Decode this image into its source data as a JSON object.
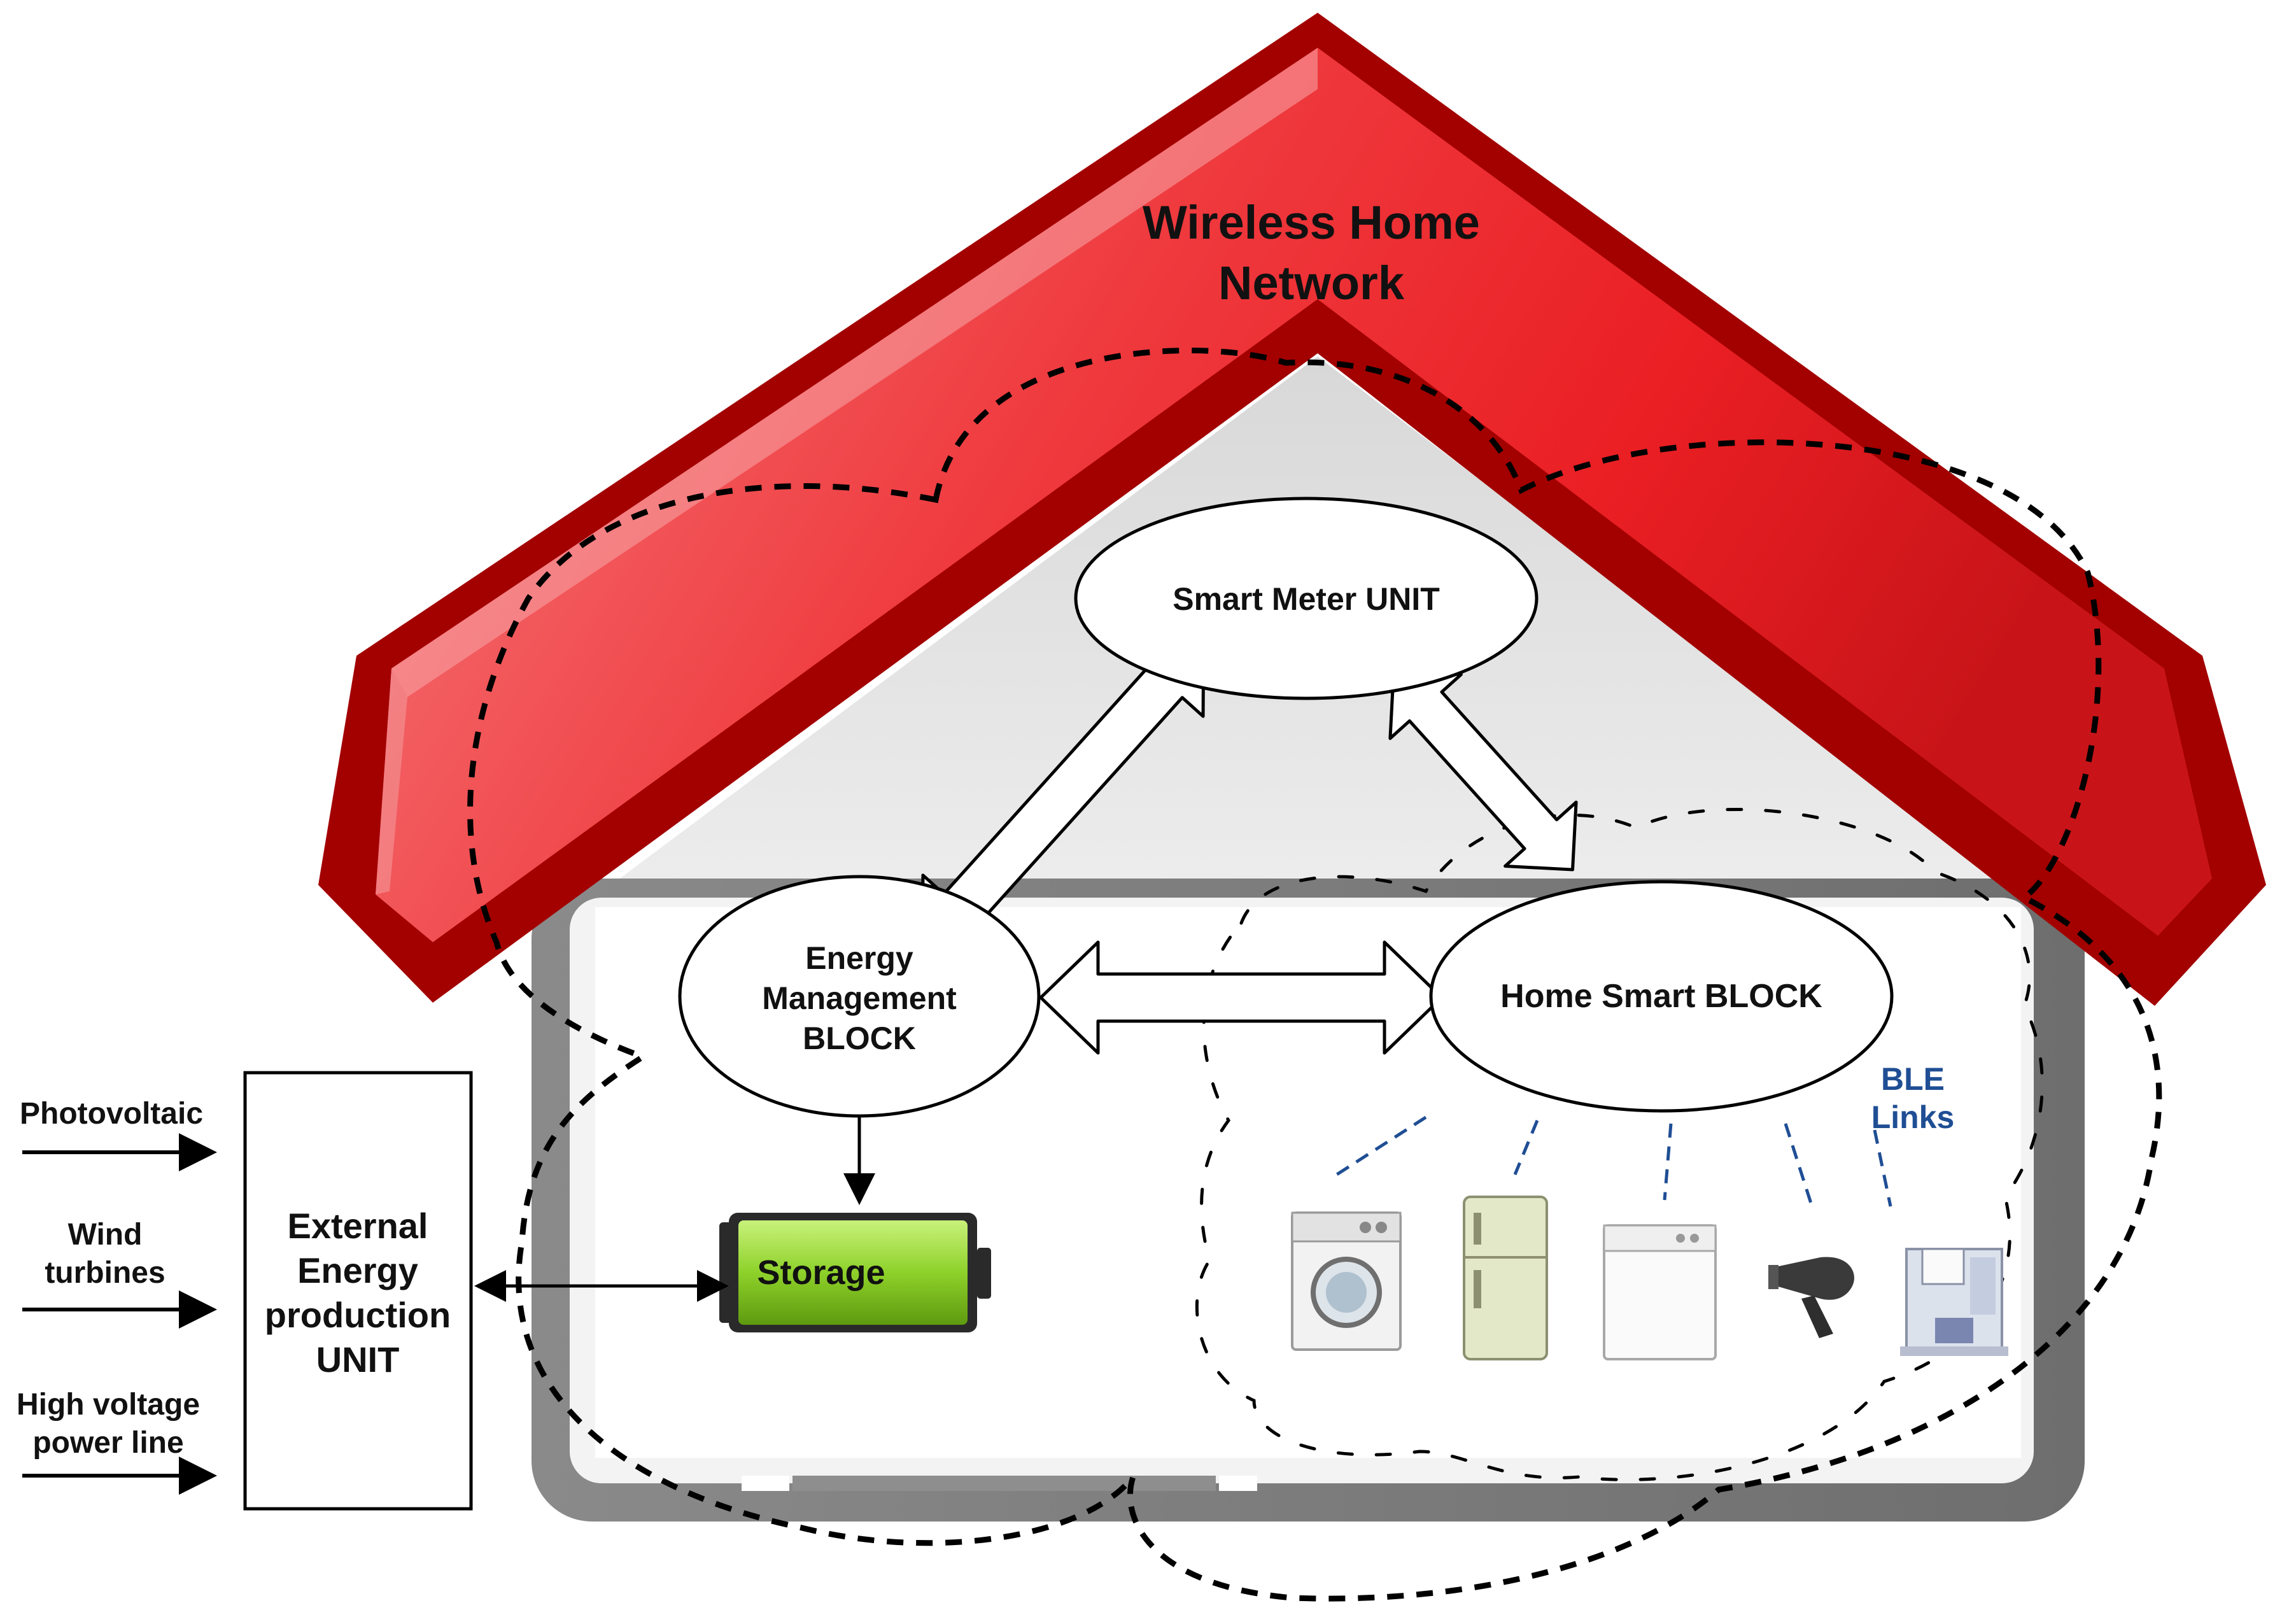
{
  "roof": {
    "title_line1": "Wireless Home",
    "title_line2": "Network"
  },
  "nodes": {
    "smart_meter": {
      "label": "Smart Meter UNIT"
    },
    "energy_management": {
      "line1": "Energy",
      "line2": "Management",
      "line3": "BLOCK"
    },
    "home_smart": {
      "label": "Home Smart BLOCK"
    },
    "storage": {
      "label": "Storage"
    },
    "external_unit": {
      "line1": "External",
      "line2": "Energy",
      "line3": "production",
      "line4": "UNIT"
    }
  },
  "inputs": {
    "photovoltaic": {
      "line1": "Photovoltaic"
    },
    "wind": {
      "line1": "Wind",
      "line2": "turbines"
    },
    "high_voltage": {
      "line1": "High voltage",
      "line2": "power line"
    }
  },
  "ble": {
    "line1": "BLE",
    "line2": "Links"
  },
  "appliances": [
    "washing-machine-icon",
    "refrigerator-icon",
    "dishwasher-icon",
    "hair-dryer-icon",
    "coffee-machine-icon"
  ],
  "colors": {
    "roof_dark": "#A30000",
    "roof_red": "#EE2A2E",
    "roof_light": "#F57878",
    "wall_gray": "#7A7A7A",
    "battery_green": "#8ED12A",
    "ble_blue": "#1F4E94"
  }
}
